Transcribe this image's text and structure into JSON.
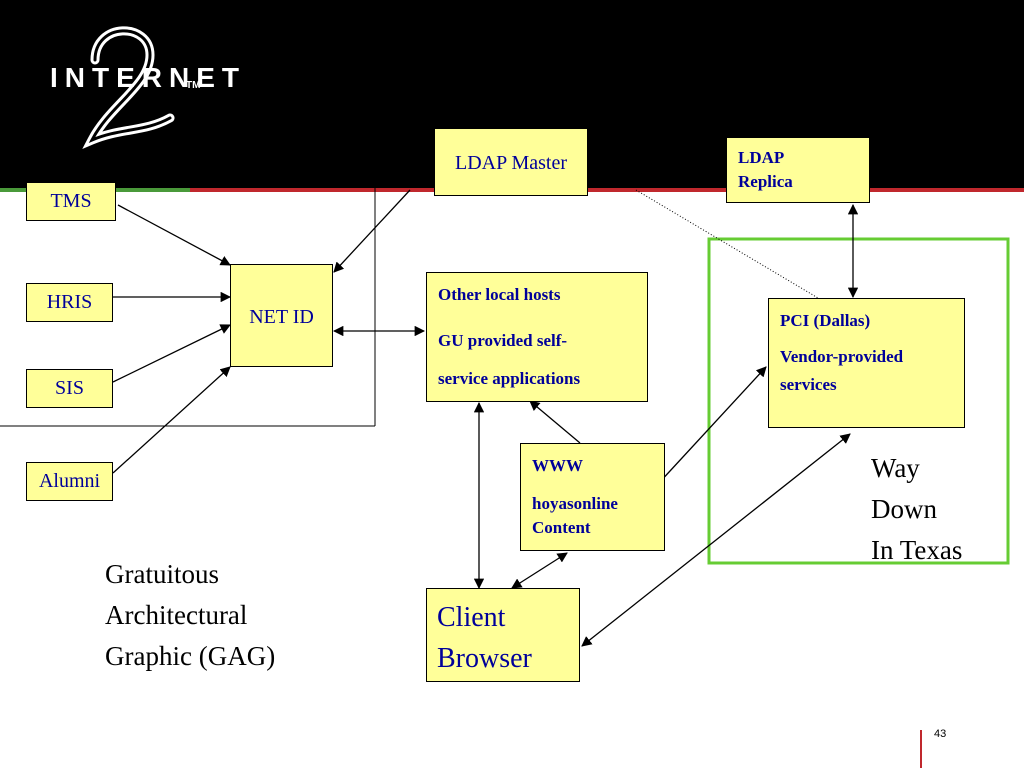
{
  "logo": {
    "text": "INTERNET",
    "tm": "TM",
    "numeral": "2"
  },
  "nodes": {
    "tms": "TMS",
    "hris": "HRIS",
    "sis": "SIS",
    "alumni": "Alumni",
    "netid": "NET ID",
    "ldap_master": "LDAP Master",
    "ldap_replica_line1": "LDAP",
    "ldap_replica_line2": "Replica",
    "other_hosts_title": "Other local hosts",
    "other_hosts_line2": "GU provided self-",
    "other_hosts_line3": "service applications",
    "pci_title": "PCI (Dallas)",
    "pci_line2": "Vendor-provided",
    "pci_line3": "services",
    "www_title": "WWW",
    "www_line2": "hoyasonline",
    "www_line3": "Content",
    "client_line1": "Client",
    "client_line2": "Browser"
  },
  "captions": {
    "gag_line1": "Gratuitous",
    "gag_line2": "Architectural",
    "gag_line3": "Graphic (GAG)",
    "way_line1": "Way",
    "way_line2": "Down",
    "way_line3": "In Texas"
  },
  "slide_number": "43",
  "colors": {
    "header": "#000000",
    "box_fill": "#ffff99",
    "text_blue": "#00009a",
    "accent_red": "#c0282d",
    "accent_green": "#4a9a3a",
    "region_green": "#66cc33"
  }
}
